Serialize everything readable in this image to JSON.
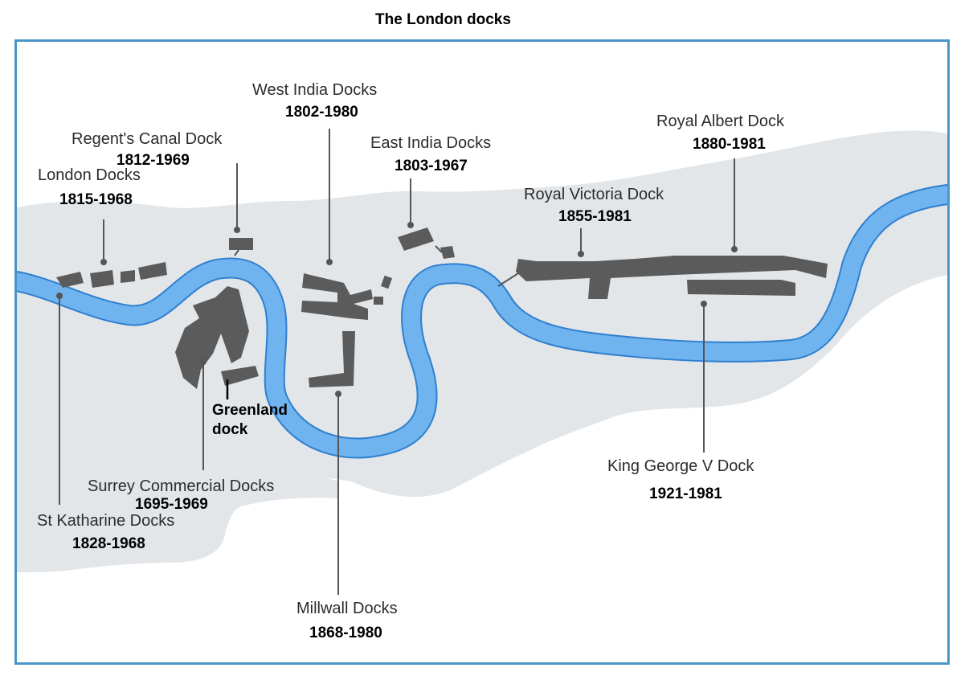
{
  "title": "The London docks",
  "colors": {
    "frame": "#4a96c6",
    "land": "#e3e6e9",
    "river": "#6fb4ee",
    "river_edge": "#2f7fd0",
    "dock": "#5b5b5b",
    "leader": "#555555"
  },
  "docks": {
    "west_india": {
      "name": "West India Docks",
      "years": "1802-1980"
    },
    "regents_canal": {
      "name": "Regent's Canal Dock",
      "years": "1812-1969"
    },
    "london": {
      "name": "London Docks",
      "years": "1815-1968"
    },
    "east_india": {
      "name": "East India Docks",
      "years": "1803-1967"
    },
    "royal_albert": {
      "name": "Royal Albert Dock",
      "years": "1880-1981"
    },
    "royal_victoria": {
      "name": "Royal Victoria Dock",
      "years": "1855-1981"
    },
    "greenland": {
      "name_line1": "Greenland",
      "name_line2": "dock"
    },
    "surrey_commercial": {
      "name": "Surrey Commercial Docks",
      "years": "1695-1969"
    },
    "st_katharine": {
      "name": "St Katharine Docks",
      "years": "1828-1968"
    },
    "millwall": {
      "name": "Millwall Docks",
      "years": "1868-1980"
    },
    "king_george_v": {
      "name": "King George V Dock",
      "years": "1921-1981"
    }
  }
}
